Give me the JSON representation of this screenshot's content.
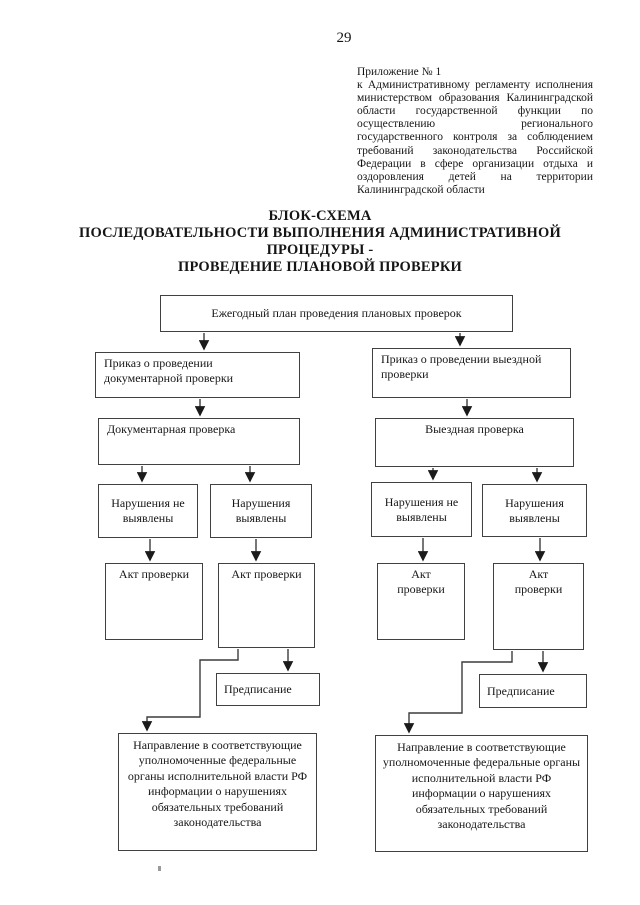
{
  "page": {
    "number": "29",
    "appendix": {
      "heading": "Приложение № 1",
      "body": "к Административному регламенту исполнения министерством образования Калининградской области государственной функции по осуществлению регионального государственного контроля за соблюдением требований законодательства Российской Федерации в сфере организации отдыха и оздоровления детей на территории Калининградской области"
    },
    "title_lines": [
      "БЛОК-СХЕМА",
      "ПОСЛЕДОВАТЕЛЬНОСТИ ВЫПОЛНЕНИЯ АДМИНИСТРАТИВНОЙ",
      "ПРОЦЕДУРЫ -",
      "ПРОВЕДЕНИЕ ПЛАНОВОЙ ПРОВЕРКИ"
    ]
  },
  "flowchart": {
    "nodes": {
      "annual_plan": "Ежегодный план проведения плановых проверок",
      "order_documentary": "Приказ о проведении документарной проверки",
      "order_field": "Приказ о проведении выездной проверки",
      "documentary_check": "Документарная проверка",
      "field_check": "Выездная проверка",
      "no_violations_doc": "Нарушения не выявлены",
      "violations_doc": "Нарушения выявлены",
      "no_violations_field": "Нарушения не выявлены",
      "violations_field": "Нарушения выявлены",
      "act_doc_1": "Акт проверки",
      "act_doc_2": "Акт проверки",
      "act_field_1": "Акт проверки",
      "act_field_2": "Акт проверки",
      "prescription_doc": "Предписание",
      "prescription_field": "Предписание",
      "referral_doc": "Направление в соответствующие уполномоченные федеральные органы исполнительной власти РФ информации о нарушениях обязательных требований законодательства",
      "referral_field": "Направление в соответствующие уполномоченные федеральные органы исполнительной власти РФ информации о нарушениях обязательных требований законодательства"
    },
    "edges": [
      {
        "from": "annual_plan",
        "to": "order_documentary"
      },
      {
        "from": "annual_plan",
        "to": "order_field"
      },
      {
        "from": "order_documentary",
        "to": "documentary_check"
      },
      {
        "from": "order_field",
        "to": "field_check"
      },
      {
        "from": "documentary_check",
        "to": "no_violations_doc"
      },
      {
        "from": "documentary_check",
        "to": "violations_doc"
      },
      {
        "from": "field_check",
        "to": "no_violations_field"
      },
      {
        "from": "field_check",
        "to": "violations_field"
      },
      {
        "from": "no_violations_doc",
        "to": "act_doc_1"
      },
      {
        "from": "violations_doc",
        "to": "act_doc_2"
      },
      {
        "from": "no_violations_field",
        "to": "act_field_1"
      },
      {
        "from": "violations_field",
        "to": "act_field_2"
      },
      {
        "from": "act_doc_2",
        "to": "prescription_doc"
      },
      {
        "from": "act_doc_2",
        "to": "referral_doc"
      },
      {
        "from": "act_field_2",
        "to": "prescription_field"
      },
      {
        "from": "act_field_2",
        "to": "referral_field"
      }
    ],
    "colors": {
      "background": "#ffffff",
      "box_border": "#414141",
      "text": "#151515",
      "arrow": "#1b1b1b"
    }
  }
}
